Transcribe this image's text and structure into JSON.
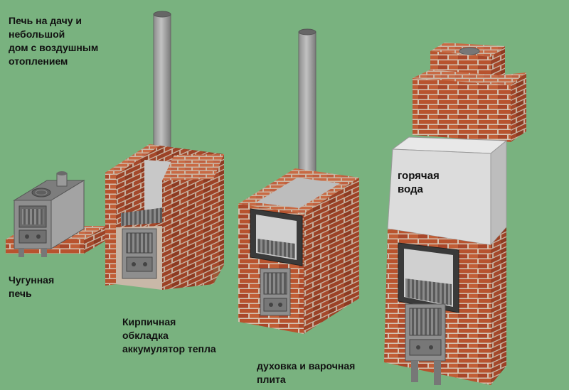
{
  "labels": {
    "title": "Печь на дачу и\nнебольшой\nдом с воздушным\nотоплением",
    "cast_iron_stove": "Чугунная\nпечь",
    "brick_lining": "Кирпичная\nобкладка\nаккумулятор тепла",
    "oven_cooktop": "духовка и варочная\nплита",
    "hot_water": "горячая\nвода"
  },
  "colors": {
    "background": "#79b27f",
    "brick": "#b8532e",
    "brick_dark": "#8f3a1f",
    "mortar": "#d9c8b8",
    "metal": "#9a9a9a",
    "metal_dark": "#6f6f6f",
    "water_tank": "#dcdcdc"
  }
}
